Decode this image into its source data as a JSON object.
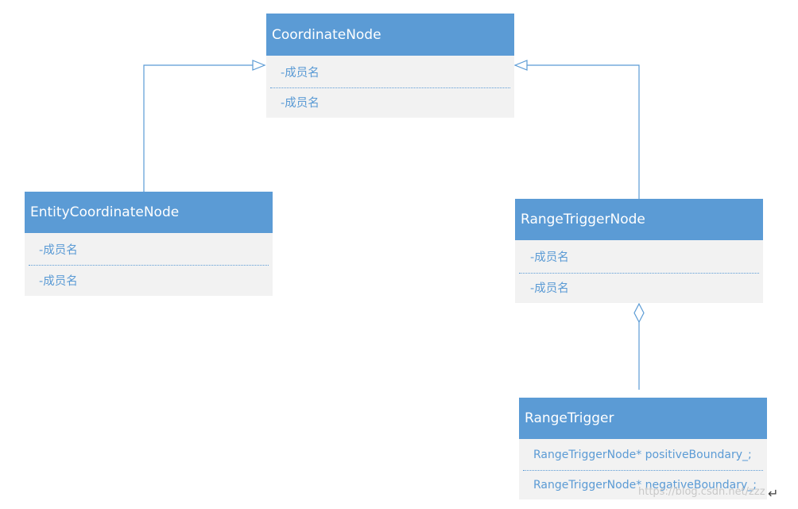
{
  "classes": {
    "coordinate_node": {
      "name": "CoordinateNode",
      "members": [
        "-成员名",
        "-成员名"
      ]
    },
    "entity_coordinate_node": {
      "name": "EntityCoordinateNode",
      "members": [
        "-成员名",
        "-成员名"
      ]
    },
    "range_trigger_node": {
      "name": "RangeTriggerNode",
      "members": [
        "-成员名",
        "-成员名"
      ]
    },
    "range_trigger": {
      "name": "RangeTrigger",
      "members": [
        "RangeTriggerNode* positiveBoundary_;",
        "RangeTriggerNode* negativeBoundary_;"
      ]
    }
  },
  "relations": [
    {
      "type": "inheritance",
      "from": "EntityCoordinateNode",
      "to": "CoordinateNode"
    },
    {
      "type": "inheritance",
      "from": "RangeTriggerNode",
      "to": "CoordinateNode"
    },
    {
      "type": "aggregation",
      "from": "RangeTrigger",
      "to": "RangeTriggerNode"
    }
  ],
  "watermark": "https://blog.csdn.net/zzz",
  "return_glyph": "↵",
  "colors": {
    "header": "#5b9bd5",
    "body": "#f2f2f2",
    "member_text": "#5b9bd5",
    "line": "#5b9bd5"
  }
}
